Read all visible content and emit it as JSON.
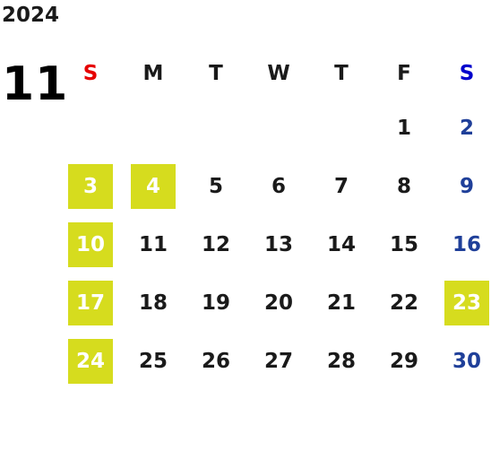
{
  "calendar": {
    "year": "2024",
    "month": "11",
    "weekdays": [
      "S",
      "M",
      "T",
      "W",
      "T",
      "F",
      "S"
    ],
    "colors": {
      "sunday_header": "#e60000",
      "saturday_header": "#0000cc",
      "saturday_date": "#1f3f99",
      "highlight_bg": "#d6dc1e",
      "highlight_text": "#ffffff"
    },
    "weeks": [
      [
        "",
        "",
        "",
        "",
        "",
        "1",
        "2"
      ],
      [
        "3",
        "4",
        "5",
        "6",
        "7",
        "8",
        "9"
      ],
      [
        "10",
        "11",
        "12",
        "13",
        "14",
        "15",
        "16"
      ],
      [
        "17",
        "18",
        "19",
        "20",
        "21",
        "22",
        "23"
      ],
      [
        "24",
        "25",
        "26",
        "27",
        "28",
        "29",
        "30"
      ]
    ],
    "highlighted_dates": [
      "3",
      "4",
      "10",
      "17",
      "23",
      "24"
    ]
  }
}
